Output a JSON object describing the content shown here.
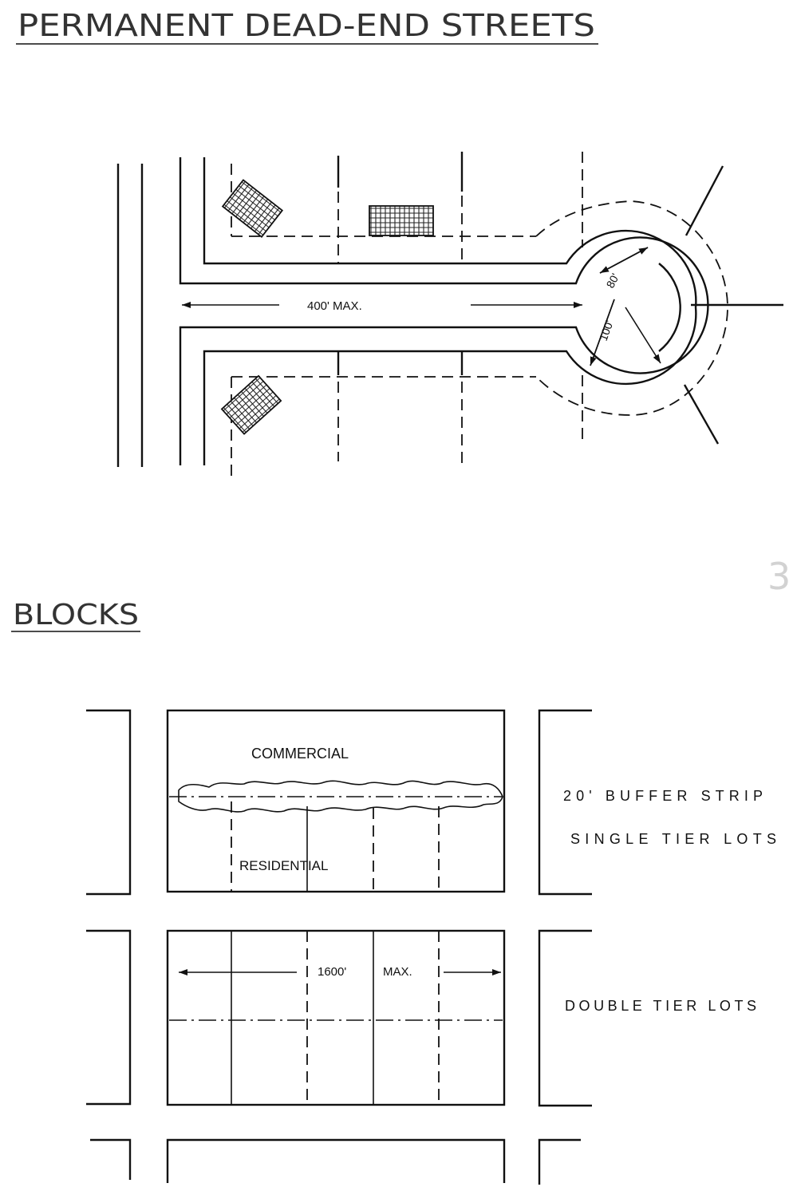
{
  "headings": {
    "dead_end": "PERMANENT DEAD-END STREETS",
    "blocks": "BLOCKS"
  },
  "dead_end_diagram": {
    "length_label": "400' MAX.",
    "inner_diameter_label": "80'",
    "outer_diameter_label": "100'"
  },
  "blocks_diagram": {
    "commercial_label": "COMMERCIAL",
    "residential_label": "RESIDENTIAL",
    "buffer_label": "20' BUFFER STRIP",
    "single_tier_label": "SINGLE TIER LOTS",
    "block_length_label": "1600'",
    "block_length_suffix": "MAX.",
    "double_tier_label": "DOUBLE TIER LOTS"
  },
  "page_mark": "3"
}
